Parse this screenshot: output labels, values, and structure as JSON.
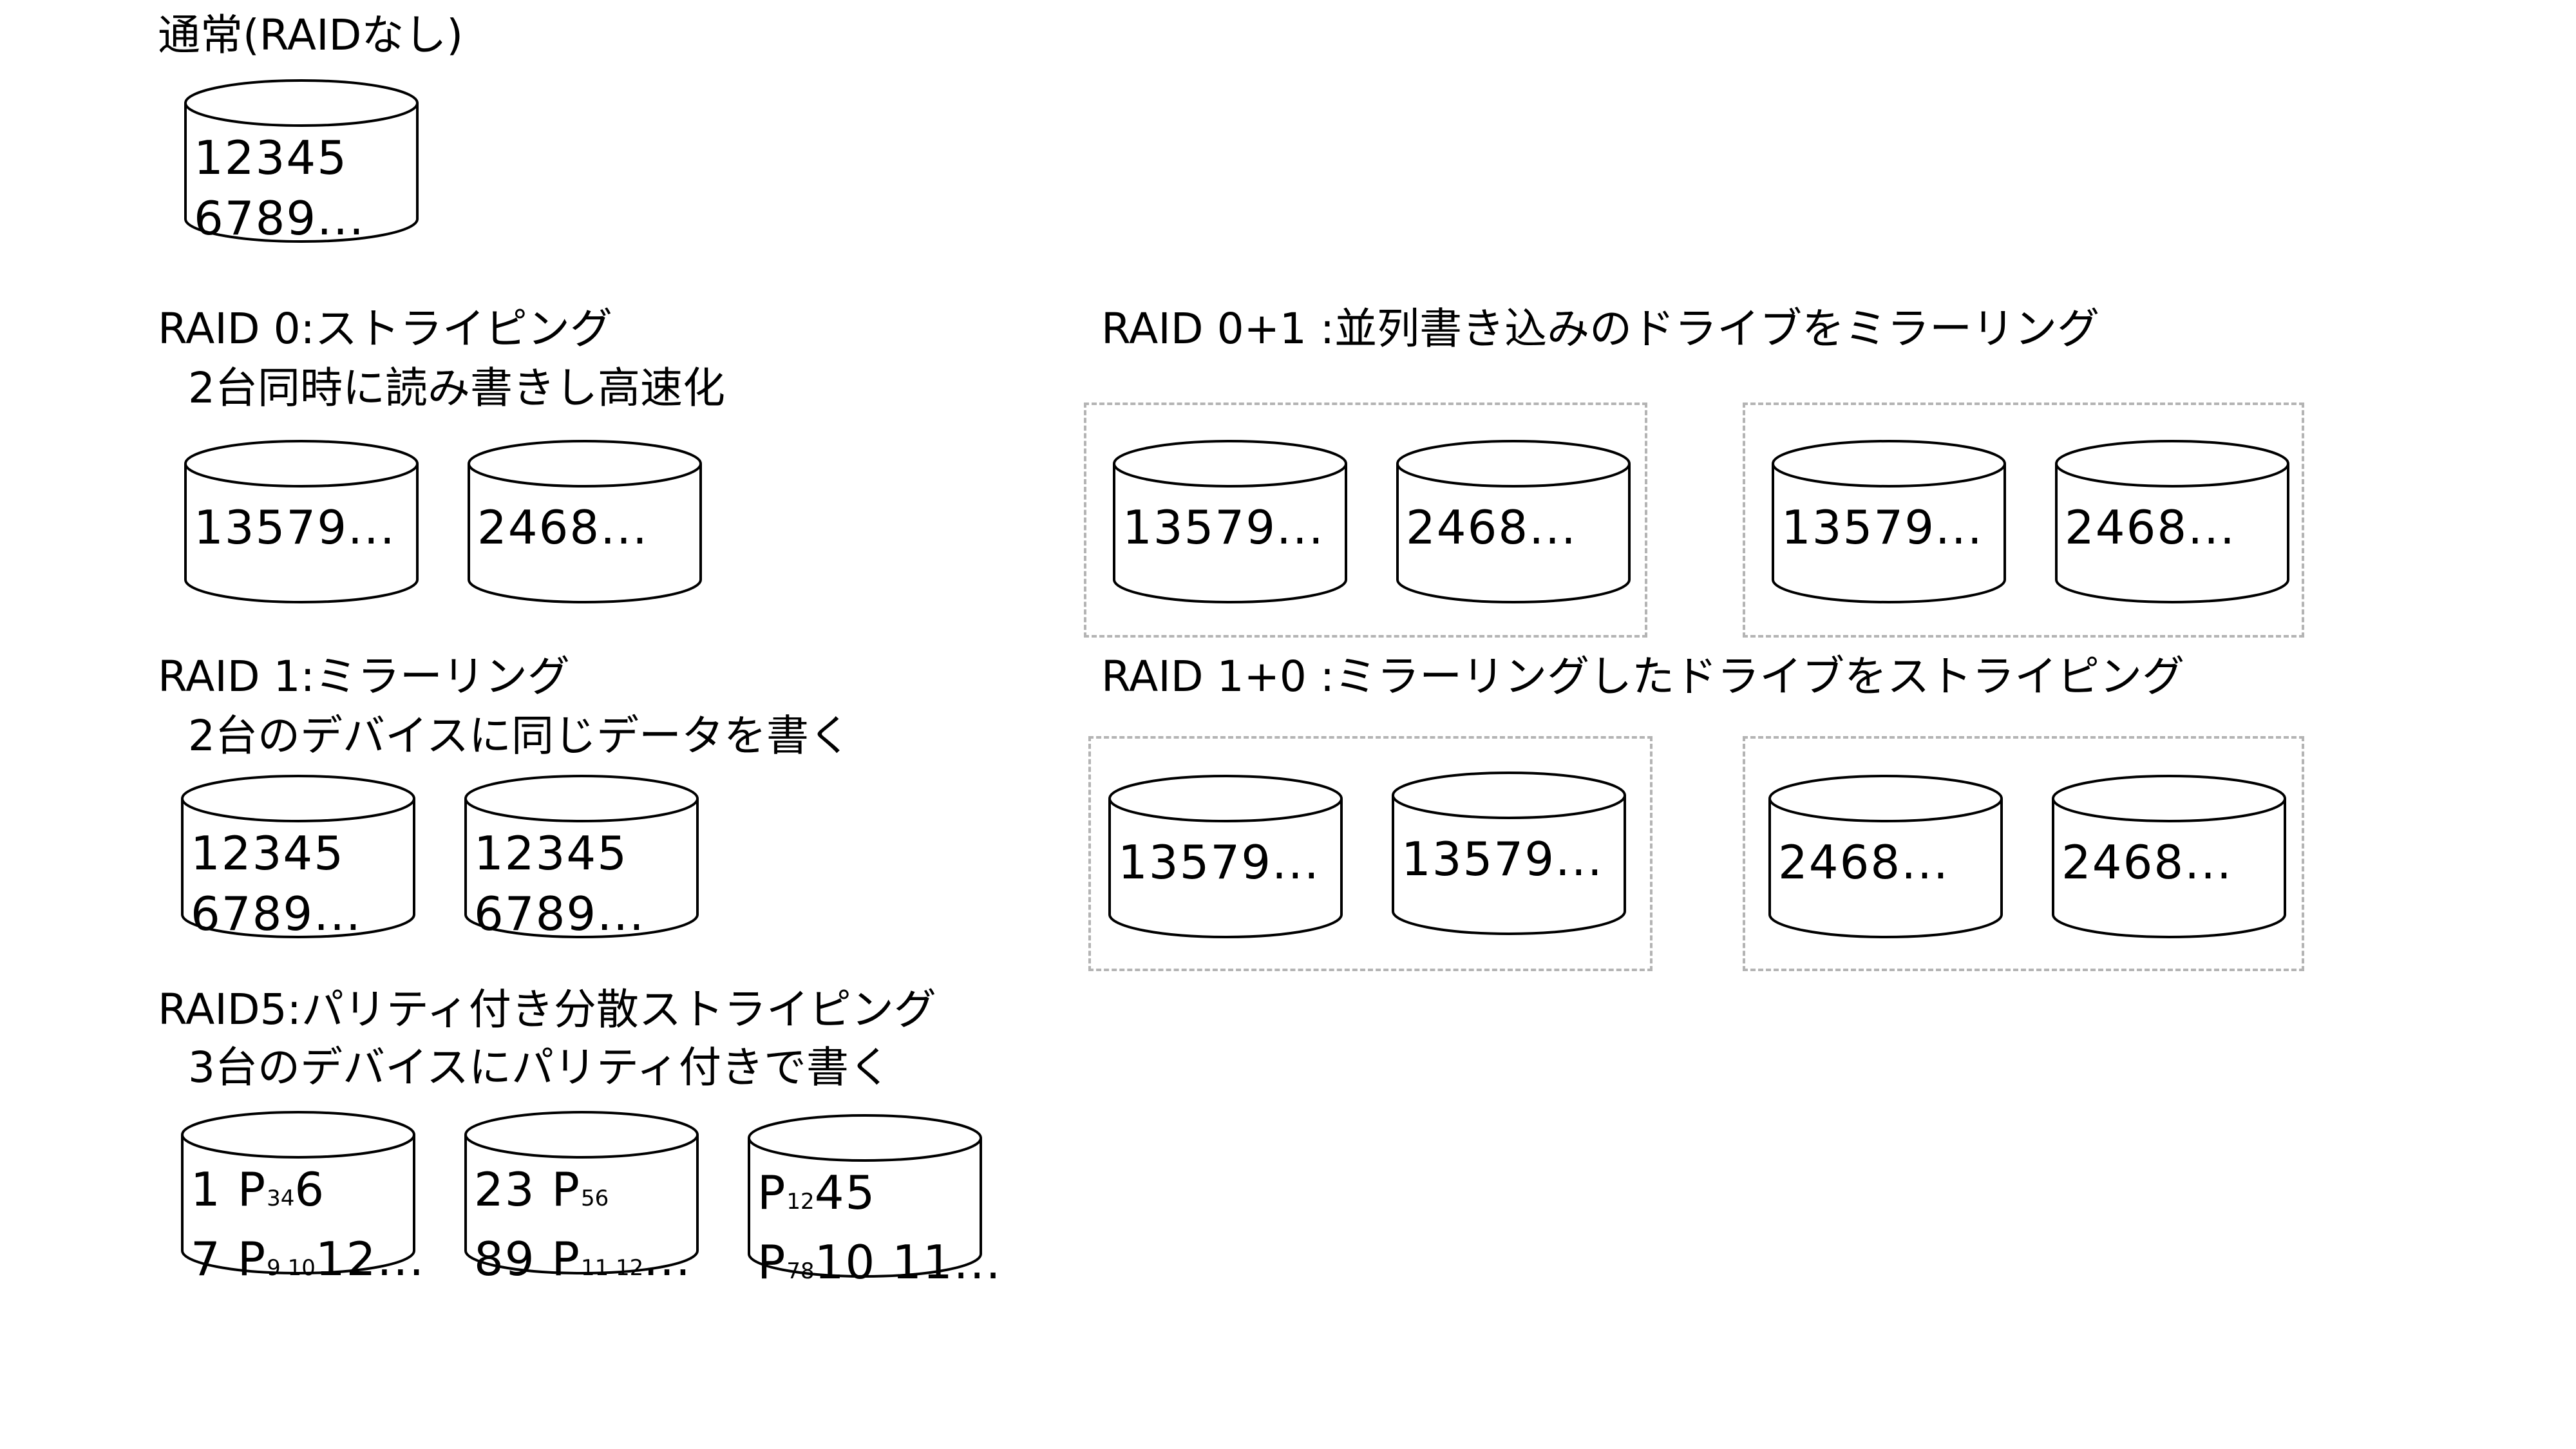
{
  "sections": {
    "normal": {
      "title": "通常(RAIDなし)",
      "disk": {
        "line1": "12345",
        "line2": "6789..."
      }
    },
    "raid0": {
      "title": "RAID 0:ストライピング",
      "desc": "2台同時に読み書きし高速化",
      "disks": [
        "13579...",
        "2468..."
      ]
    },
    "raid1": {
      "title": "RAID 1:ミラーリング",
      "desc": "2台のデバイスに同じデータを書く",
      "disks": [
        {
          "line1": "12345",
          "line2": "6789..."
        },
        {
          "line1": "12345",
          "line2": "6789..."
        }
      ]
    },
    "raid5": {
      "title": "RAID5:パリティ付き分散ストライピング",
      "desc": "3台のデバイスにパリティ付きで書く",
      "disks": [
        {
          "l1_a": "1 ",
          "l1_p": "P",
          "l1_sub": "34",
          "l1_b": "6",
          "l2_a": "7 ",
          "l2_p": "P",
          "l2_sub": "9 10",
          "l2_b": "12..."
        },
        {
          "l1_a": "23 ",
          "l1_p": "P",
          "l1_sub": "56",
          "l1_b": "",
          "l2_a": "89 ",
          "l2_p": "P",
          "l2_sub": "11 12",
          "l2_b": "..."
        },
        {
          "l1_a": "",
          "l1_p": "P",
          "l1_sub": "12",
          "l1_b": "45",
          "l2_a": "",
          "l2_p": "P",
          "l2_sub": "78",
          "l2_b": "10 11..."
        }
      ]
    },
    "raid01": {
      "title": "RAID 0+1 :並列書き込みのドライブをミラーリング",
      "group1": [
        "13579...",
        "2468..."
      ],
      "group2": [
        "13579...",
        "2468..."
      ]
    },
    "raid10": {
      "title": "RAID 1+0 :ミラーリングしたドライブをストライピング",
      "group1": [
        "13579...",
        "13579..."
      ],
      "group2": [
        "2468...",
        "2468..."
      ]
    }
  }
}
